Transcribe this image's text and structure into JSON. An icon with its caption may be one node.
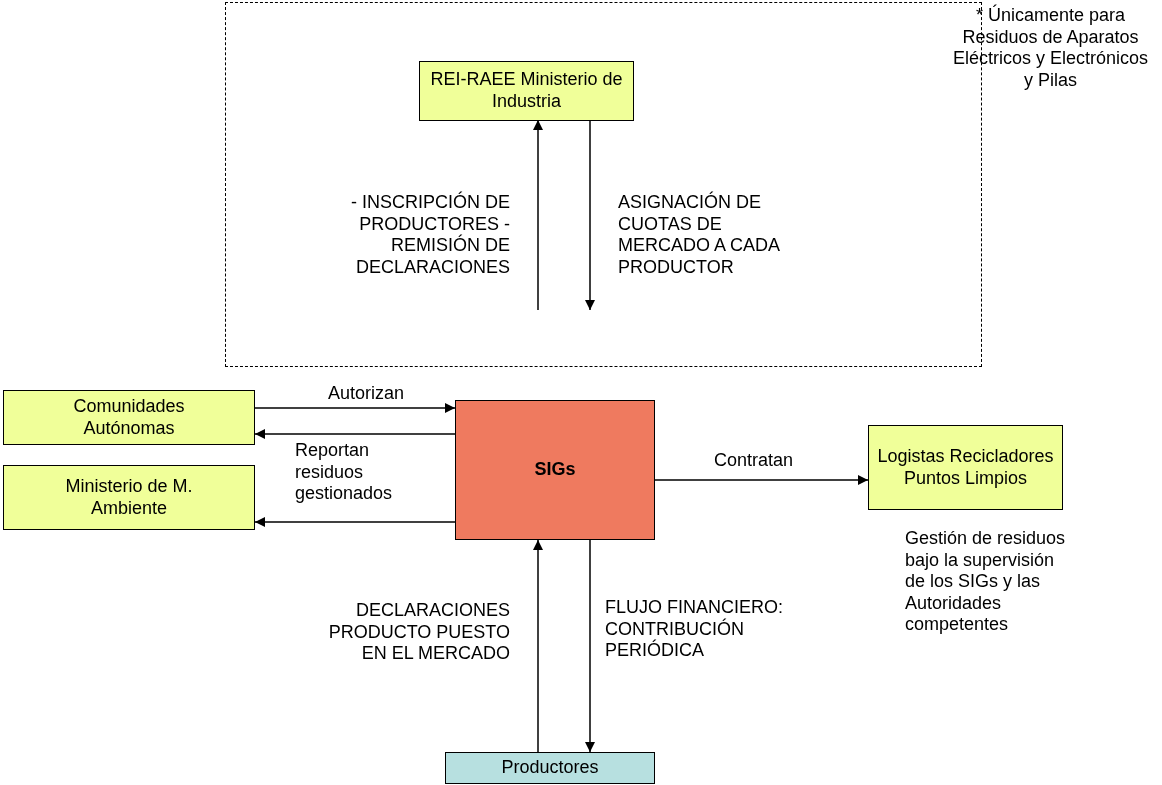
{
  "diagram": {
    "nodes": [
      {
        "text": [],
        "shape": "box"
      },
      {
        "text": [
          "REI-RAEE Ministerio de Industria"
        ],
        "in": 0
      },
      {
        "text": [
          "Comunidades Autónomas"
        ]
      },
      {
        "text": [
          "Ministerio de M. Ambiente"
        ]
      },
      {
        "text": [
          "SIGs"
        ]
      },
      {
        "text": [
          "Logistas Recicladores Puntos Limpios"
        ],
        "beside": [
          "Gestión de residuos bajo la supervisión de los SIGs y las Autoridades competentes"
        ]
      },
      {
        "text": [
          "Productores"
        ]
      }
    ],
    "edges": [
      {
        "from": null,
        "to": 1,
        "arrow": "to",
        "label": "- INSCRIPCIÓN DE PRODUCTORES - REMISIÓN DE DECLARACIONES"
      },
      {
        "from": 1,
        "to": null,
        "arrow": "to",
        "label": "ASIGNACIÓN DE CUOTAS DE MERCADO A CADA PRODUCTOR"
      },
      {
        "from": 2,
        "to": 4,
        "arrow": "to",
        "label": "Autorizan"
      },
      {
        "from": 4,
        "to": 2,
        "arrow": "to"
      },
      {
        "from": 4,
        "to": 3,
        "arrow": "to",
        "label": "Reportan residuos gestionados"
      },
      {
        "from": 4,
        "to": 5,
        "arrow": "to",
        "label": "Contratan"
      },
      {
        "from": 6,
        "to": 4,
        "arrow": "to",
        "label": "DECLARACIONES PRODUCTO PUESTO EN EL MERCADO"
      },
      {
        "from": 4,
        "to": 6,
        "arrow": "to",
        "label": "FLUJO FINANCIERO: CONTRIBUCIÓN PERIÓDICA"
      }
    ],
    "labels": [
      "* Únicamente para Residuos de Aparatos Eléctricos y Electrónicos y Pilas"
    ]
  }
}
